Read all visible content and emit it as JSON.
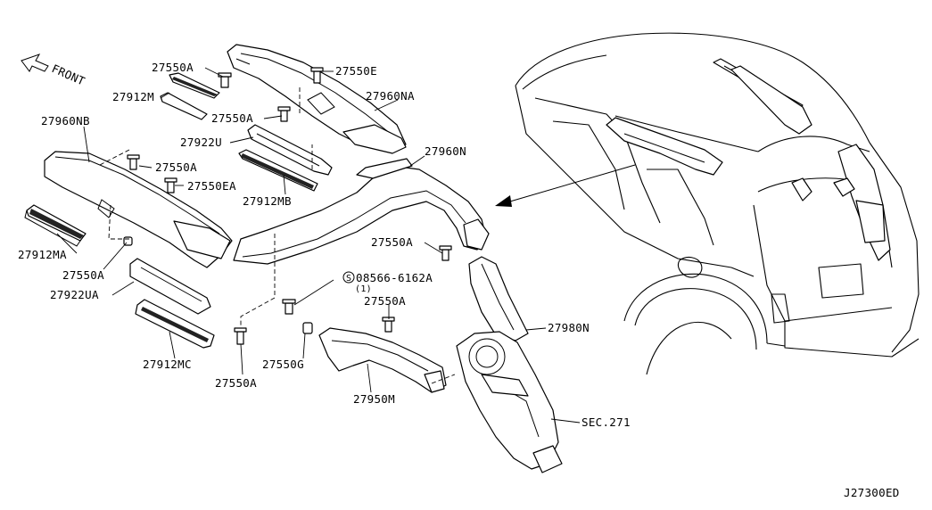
{
  "diagram": {
    "front_label": "FRONT",
    "code": "J27300ED",
    "labels": {
      "p27550A_top": "27550A",
      "p27550E": "27550E",
      "p27912M": "27912M",
      "p27550A_mid": "27550A",
      "p27960NA": "27960NA",
      "p27960NB": "27960NB",
      "p27922U": "27922U",
      "p27550A_left": "27550A",
      "p27550EA": "27550EA",
      "p27912MB": "27912MB",
      "p27960N": "27960N",
      "p27912MA": "27912MA",
      "p27550A_right": "27550A",
      "p27550A_lower": "27550A",
      "p08566": "08566-6162A",
      "p08566_qty": "(1)",
      "p27922UA": "27922UA",
      "p27550A_duct": "27550A",
      "p27980N": "27980N",
      "p27912MC": "27912MC",
      "p27550G": "27550G",
      "p27550A_bottom": "27550A",
      "p27950M": "27950M",
      "sec271": "SEC.271",
      "screw_symbol": "S"
    }
  }
}
